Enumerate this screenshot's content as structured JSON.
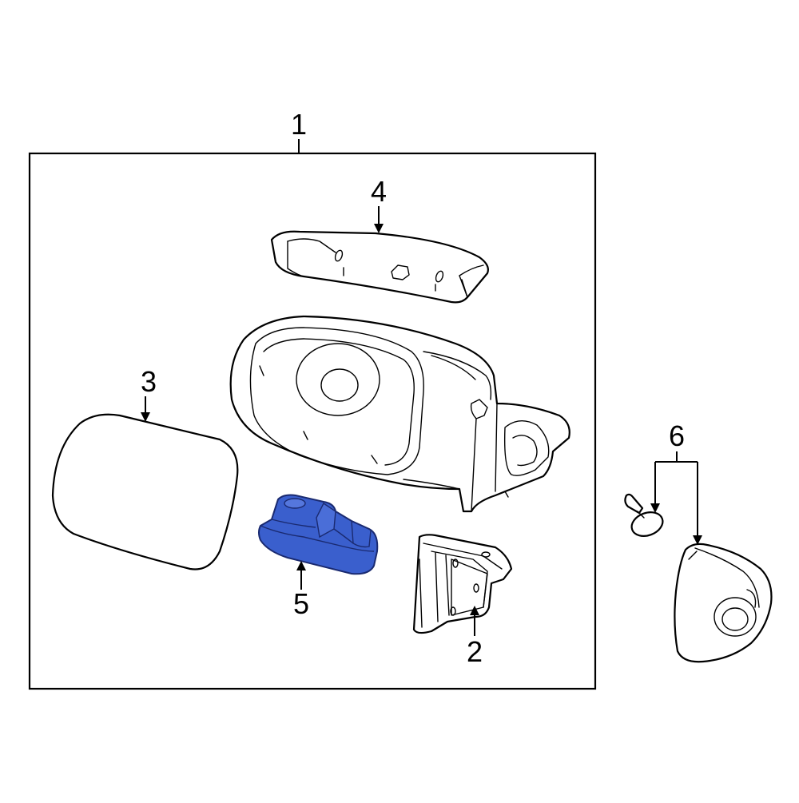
{
  "callouts": {
    "c1": "1",
    "c2": "2",
    "c3": "3",
    "c4": "4",
    "c5": "5",
    "c6": "6"
  },
  "parts": {
    "assembly": "mirror-assembly",
    "p2": "mounting-base",
    "p3": "mirror-glass",
    "p4": "cover",
    "p5": "highlighted-part",
    "p6a": "screw",
    "p6b": "mirror-cap"
  },
  "colors": {
    "highlight": "#3a5fcd",
    "highlight_stroke": "#1a2a70",
    "line": "#000000",
    "background": "#ffffff"
  }
}
